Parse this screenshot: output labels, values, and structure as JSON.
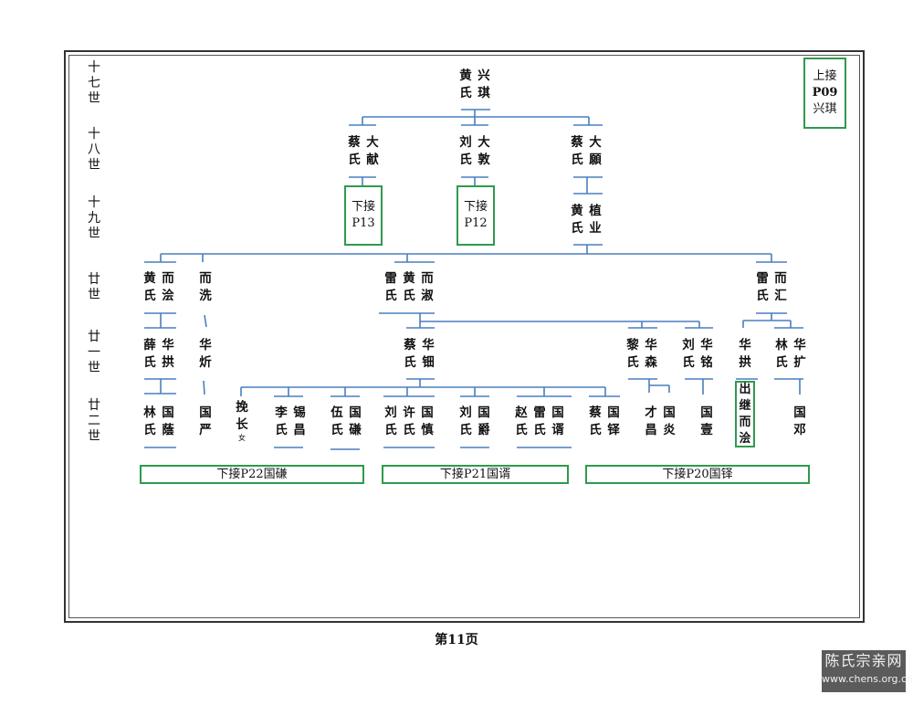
{
  "generations": [
    {
      "label": "十七世",
      "chars": [
        "十",
        "七",
        "世"
      ]
    },
    {
      "label": "十八世",
      "chars": [
        "十",
        "八",
        "世"
      ]
    },
    {
      "label": "十九世",
      "chars": [
        "十",
        "九",
        "世"
      ]
    },
    {
      "label": "廿世",
      "chars": [
        "廿",
        "世"
      ]
    },
    {
      "label": "廿一世",
      "chars": [
        "廿",
        "一",
        "世"
      ]
    },
    {
      "label": "廿二世",
      "chars": [
        "廿",
        "二",
        "世"
      ]
    }
  ],
  "persons": {
    "xingqi": {
      "spouse": "黄氏",
      "name": "兴琪"
    },
    "daxian": {
      "spouse": "蔡氏",
      "name": "大献"
    },
    "dadun": {
      "spouse": "刘氏",
      "name": "大敦"
    },
    "dayuan": {
      "spouse": "蔡氏",
      "name": "大願"
    },
    "zhiye": {
      "spouse": "黄氏",
      "name": "植业"
    },
    "erhui": {
      "spouse": "黄氏",
      "name": "而浍"
    },
    "erxian": {
      "name": "而洗"
    },
    "ershu": {
      "spouse1": "雷氏",
      "spouse2": "黄氏",
      "name": "而淑"
    },
    "erhuiB": {
      "spouse": "雷氏",
      "name": "而汇"
    },
    "huagong": {
      "spouse": "薛氏",
      "name": "华拱"
    },
    "huaxin": {
      "name": "华炘"
    },
    "huadian": {
      "spouse": "蔡氏",
      "name": "华钿"
    },
    "huasen": {
      "spouse": "黎氏",
      "name": "华森"
    },
    "huaming": {
      "spouse": "刘氏",
      "name": "华铭"
    },
    "huagongB": {
      "name": "华拱"
    },
    "huakuo": {
      "spouse": "林氏",
      "name": "华扩"
    },
    "guoyin": {
      "spouse": "林氏",
      "name": "国蔭"
    },
    "guoyan": {
      "name": "国严"
    },
    "wanchang": {
      "name": "挽长",
      "note": "女"
    },
    "xichang": {
      "spouse": "李氏",
      "name": "锡昌"
    },
    "guolian": {
      "spouse": "伍氏",
      "name": "国磏"
    },
    "guozhen": {
      "spouse1": "刘氏",
      "spouse2": "许氏",
      "name": "国慎"
    },
    "guojue": {
      "spouse": "刘氏",
      "name": "国爵"
    },
    "guoyu": {
      "spouse1": "赵氏",
      "spouse2": "雷氏",
      "name": "国谞"
    },
    "guoyi": {
      "spouse": "蔡氏",
      "name": "国铎"
    },
    "caichang": {
      "name": "才昌"
    },
    "guoyanB": {
      "name": "国炎"
    },
    "guoyi2": {
      "name": "国壹"
    },
    "guodeng": {
      "name": "国邓"
    }
  },
  "boxes": {
    "top_ref": {
      "lines": [
        "上接",
        "P09",
        "兴琪"
      ]
    },
    "p13": {
      "lines": [
        "下接",
        "P13"
      ]
    },
    "p12": {
      "lines": [
        "下接",
        "P12"
      ]
    },
    "adopt": {
      "lines": [
        "出",
        "继",
        "而",
        "浍"
      ]
    },
    "p22": {
      "label": "下接P22国磏"
    },
    "p21": {
      "label": "下接P21国谞"
    },
    "p20": {
      "label": "下接P20国铎"
    }
  },
  "footer": {
    "page": "第11页"
  },
  "watermark": {
    "site_cn": "陈氏宗亲网",
    "url": "www.chens.org.cn"
  },
  "colors": {
    "line": "#4a7fc0",
    "box": "#2e9a4d",
    "frame": "#333333"
  }
}
